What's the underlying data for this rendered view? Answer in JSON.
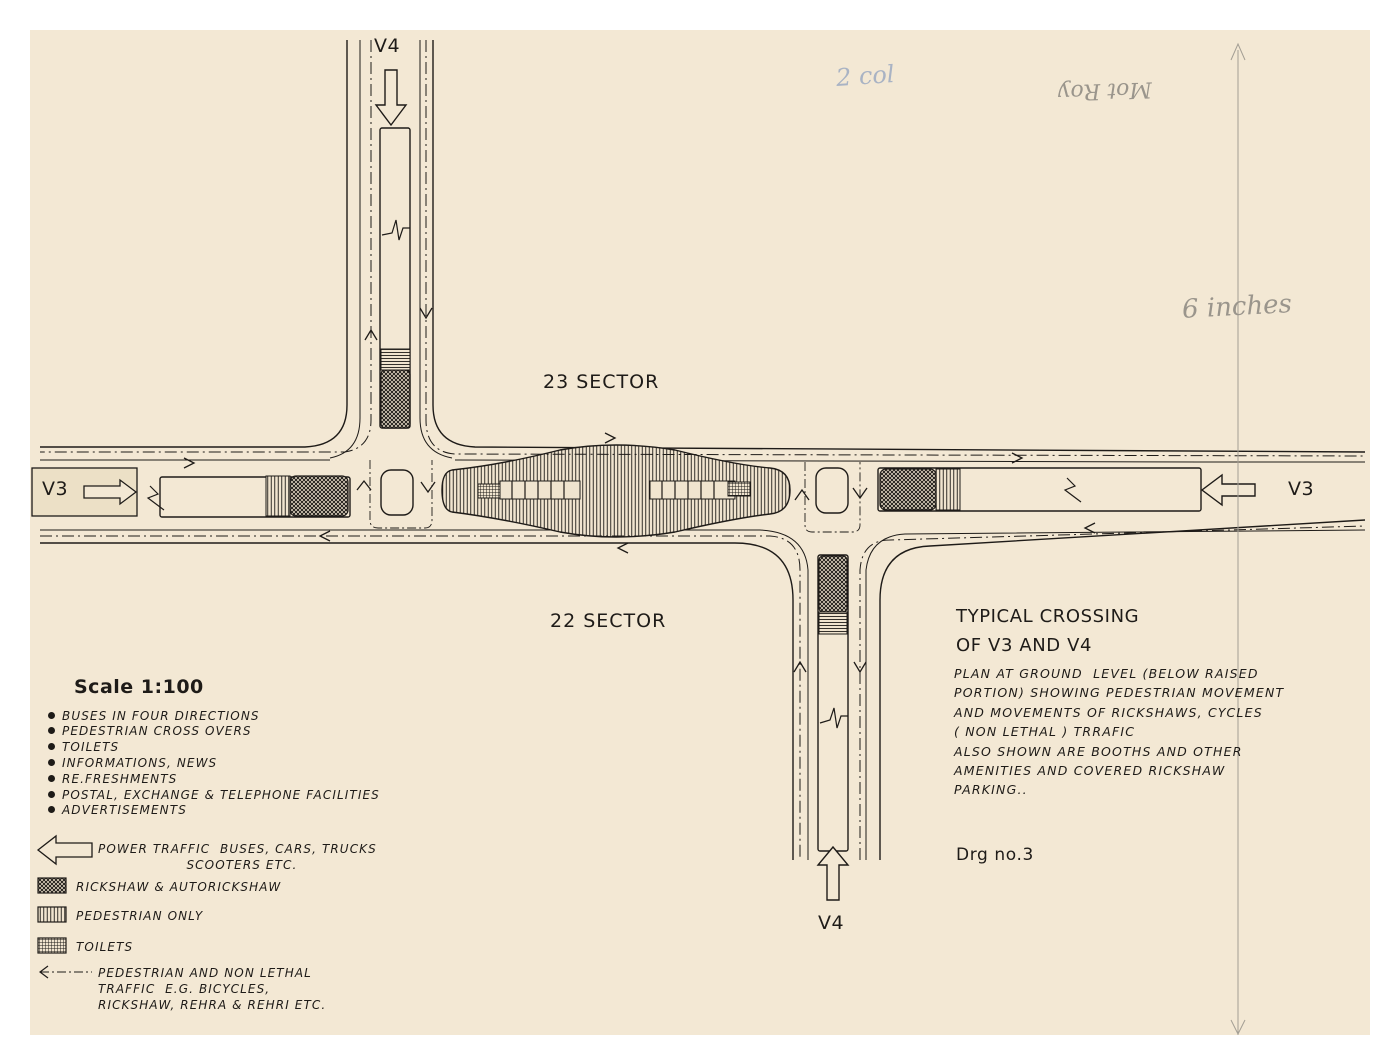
{
  "roads": {
    "v3_left": "V3",
    "v3_right": "V3",
    "v4_top": "V4",
    "v4_bottom": "V4"
  },
  "sectors": {
    "north": "23 SECTOR",
    "south": "22 SECTOR"
  },
  "title_block": {
    "title_line1": "TYPICAL CROSSING",
    "title_line2": "OF V3 AND V4",
    "description": "PLAN AT GROUND  LEVEL (BELOW RAISED\nPORTION) SHOWING PEDESTRIAN MOVEMENT\nAND MOVEMENTS OF RICKSHAWS, CYCLES\n( NON LETHAL ) TRRAFIC\nALSO SHOWN ARE BOOTHS AND OTHER\nAMENITIES AND COVERED RICKSHAW\nPARKING..",
    "drawing_number": "Drg no.3"
  },
  "scale": "Scale  1:100",
  "amenities": [
    "BUSES IN FOUR DIRECTIONS",
    "PEDESTRIAN CROSS OVERS",
    "TOILETS",
    "INFORMATIONS, NEWS",
    "RE.FRESHMENTS",
    "POSTAL, EXCHANGE & TELEPHONE FACILITIES",
    "ADVERTISEMENTS"
  ],
  "legend": {
    "power_traffic": "POWER TRAFFIC  BUSES, CARS, TRUCKS\n                  SCOOTERS ETC.",
    "rickshaw": "RICKSHAW & AUTORICKSHAW",
    "pedestrian": "PEDESTRIAN ONLY",
    "toilets": "TOILETS",
    "non_lethal": "PEDESTRIAN AND NON LETHAL\nTRAFFIC  E.G. BICYCLES,\nRICKSHAW, REHRA & REHRI ETC."
  },
  "pencil_notes": {
    "note1": "2 col",
    "note2": "Mot  Roy",
    "note3": "6 inches"
  },
  "colors": {
    "paper": "#f3e8d4",
    "ink": "#1e1b18"
  }
}
